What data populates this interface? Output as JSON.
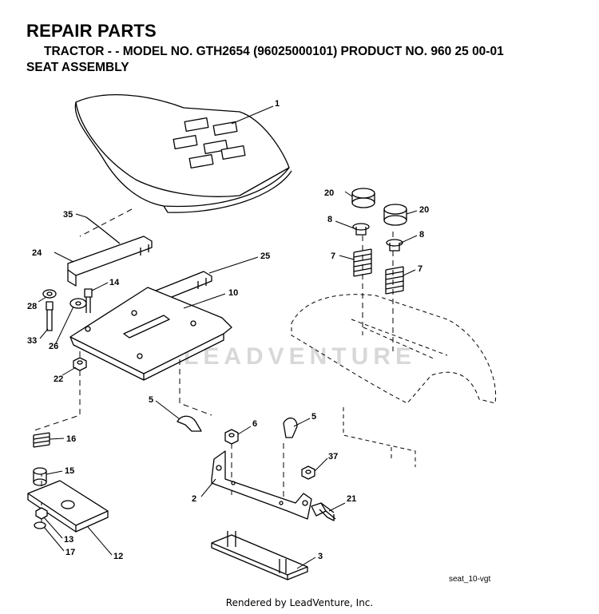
{
  "header": {
    "title": "REPAIR PARTS",
    "subtitle": "TRACTOR - - MODEL NO. GTH2654 (96025000101) PRODUCT NO. 960 25 00-01",
    "section": "SEAT ASSEMBLY"
  },
  "callouts": [
    {
      "id": "c1",
      "label": "1"
    },
    {
      "id": "c35",
      "label": "35"
    },
    {
      "id": "c24",
      "label": "24"
    },
    {
      "id": "c25",
      "label": "25"
    },
    {
      "id": "c14",
      "label": "14"
    },
    {
      "id": "c10",
      "label": "10"
    },
    {
      "id": "c28",
      "label": "28"
    },
    {
      "id": "c33",
      "label": "33"
    },
    {
      "id": "c26",
      "label": "26"
    },
    {
      "id": "c22",
      "label": "22"
    },
    {
      "id": "c5a",
      "label": "5"
    },
    {
      "id": "c6",
      "label": "6"
    },
    {
      "id": "c5b",
      "label": "5"
    },
    {
      "id": "c16",
      "label": "16"
    },
    {
      "id": "c15",
      "label": "15"
    },
    {
      "id": "c37",
      "label": "37"
    },
    {
      "id": "c2",
      "label": "2"
    },
    {
      "id": "c21",
      "label": "21"
    },
    {
      "id": "c13",
      "label": "13"
    },
    {
      "id": "c17",
      "label": "17"
    },
    {
      "id": "c12",
      "label": "12"
    },
    {
      "id": "c3",
      "label": "3"
    },
    {
      "id": "c20a",
      "label": "20"
    },
    {
      "id": "c20b",
      "label": "20"
    },
    {
      "id": "c8a",
      "label": "8"
    },
    {
      "id": "c8b",
      "label": "8"
    },
    {
      "id": "c7a",
      "label": "7"
    },
    {
      "id": "c7b",
      "label": "7"
    }
  ],
  "figure_ref": "seat_10-vgt",
  "watermark": "LEADVENTURE",
  "footer": "Rendered by LeadVenture, Inc."
}
